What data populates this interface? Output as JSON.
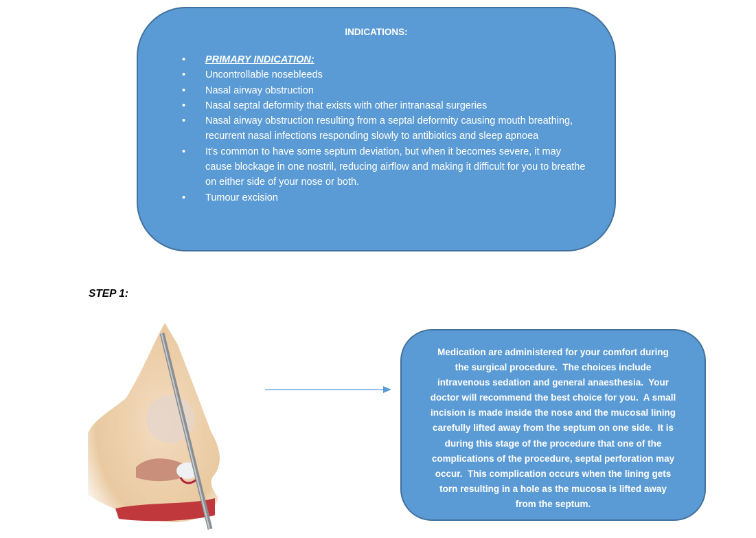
{
  "indications": {
    "title": "INDICATIONS:",
    "bullet": "•",
    "items": [
      "PRIMARY INDICATION:",
      "Uncontrollable nosebleeds",
      "Nasal airway obstruction",
      "Nasal septal deformity that exists with other intranasal surgeries",
      "Nasal airway obstruction resulting from a septal deformity causing mouth breathing, recurrent nasal infections responding slowly to antibiotics and sleep apnoea",
      "It’s common to have some septum deviation, but when it becomes severe, it may cause blockage in one nostril, reducing airflow and making it difficult for you to breathe on either side of your nose or both.",
      "Tumour excision"
    ]
  },
  "step1": {
    "heading": "STEP 1:",
    "description_lines": [
      "Medication are administered for your comfort during",
      "the surgical procedure.  The choices include",
      "intravenous sedation and general anaesthesia.  Your",
      "doctor will recommend the best choice for you.  A small",
      "incision is made inside the nose and the mucosal lining",
      "carefully lifted away from the septum on one side.  It is",
      "during this stage of the procedure that one of the",
      "complications of the procedure, septal perforation may",
      "occur.  This complication occurs when the lining gets",
      "torn resulting in a hole as the mucosa is lifted away",
      "from the septum."
    ]
  },
  "colors": {
    "box_fill": "#5b9bd5",
    "box_border": "#41719c",
    "arrow": "#5b9bd5"
  }
}
